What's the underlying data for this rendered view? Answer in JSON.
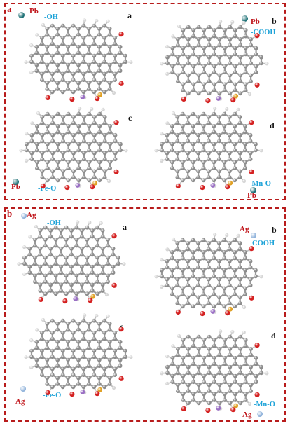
{
  "panels": [
    {
      "tag": "a",
      "metal": "Pb",
      "metal_color": "#1b6f74",
      "subs": [
        {
          "tag": "a",
          "group": "-OH"
        },
        {
          "tag": "b",
          "group": "-COOH"
        },
        {
          "tag": "c",
          "group": "-Fe-O"
        },
        {
          "tag": "d",
          "group": "-Mn-O"
        }
      ]
    },
    {
      "tag": "b",
      "metal": "Ag",
      "metal_color": "#8fb2da",
      "subs": [
        {
          "tag": "a",
          "group": "-OH"
        },
        {
          "tag": "b",
          "group": "COOH"
        },
        {
          "tag": "c",
          "group": "-Fe-O"
        },
        {
          "tag": "d",
          "group": "-Mn-O"
        }
      ]
    }
  ],
  "colors": {
    "frame": "#b81c1c",
    "label_red": "#c0151b",
    "label_cyan": "#1ea3d8",
    "carbon": "#8c8c8c",
    "hydrogen": "#f2f2f2",
    "oxygen": "#d42020",
    "fe_atom": "#9a6fc4",
    "mn_atom": "#e0a127"
  }
}
